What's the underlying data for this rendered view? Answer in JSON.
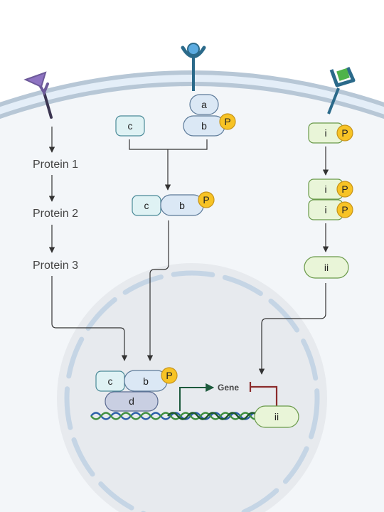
{
  "pathway_left": {
    "protein1": "Protein 1",
    "protein2": "Protein 2",
    "protein3": "Protein 3"
  },
  "pathway_middle": {
    "subunit_a": "a",
    "subunit_b": "b",
    "subunit_c": "c",
    "phospho": "P"
  },
  "pathway_right": {
    "subunit_i": "i",
    "subunit_ii": "ii",
    "phospho": "P"
  },
  "nucleus": {
    "subunit_c": "c",
    "subunit_b": "b",
    "subunit_d": "d",
    "phospho": "P",
    "gene_label": "Gene",
    "repressor": "ii"
  },
  "colors": {
    "membrane": "#b7c7d6",
    "cytoplasm": "#f3f6f9",
    "nucleus": "#e7eaee",
    "blue_protein": "#dbe8f5",
    "green_protein": "#e9f5d8",
    "phosphate": "#f7c325",
    "dna_blue": "#2a5fa8",
    "dna_green": "#3f8f3f",
    "activation_arrow": "#1d5a3c",
    "inhibition": "#8b2b2b"
  }
}
